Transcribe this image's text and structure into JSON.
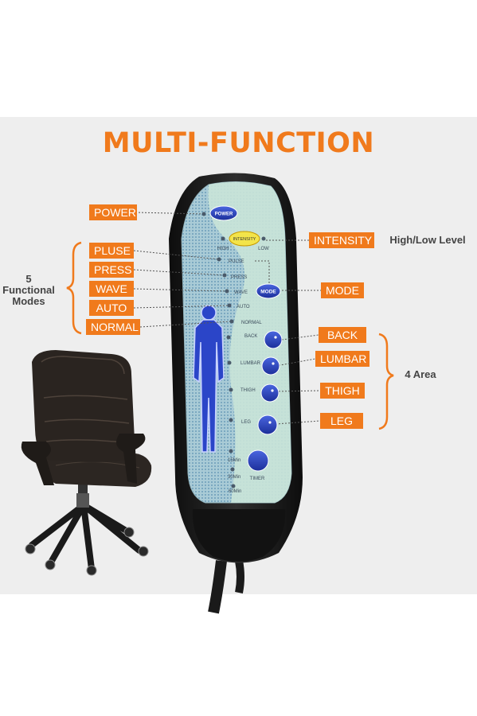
{
  "title": "MULTI-FUNCTION",
  "left_tags": [
    "POWER",
    "PLUSE",
    "PRESS",
    "WAVE",
    "AUTO",
    "NORMAL"
  ],
  "right_tags": [
    "INTENSITY",
    "MODE",
    "BACK",
    "LUMBAR",
    "THIGH",
    "LEG"
  ],
  "intensity_note": "High/Low Level",
  "modes_group": [
    "5",
    "Functional",
    "Modes"
  ],
  "area_group": "4 Area",
  "remote": {
    "power_button": "POWER",
    "intensity_button": "INTENSITY",
    "high": "HIGH",
    "low": "LOW",
    "modes": [
      "PULSE",
      "PRESS",
      "WAVE",
      "AUTO",
      "NORMAL"
    ],
    "mode_button": "MODE",
    "areas": [
      "BACK",
      "LUMBAR",
      "THIGH",
      "LEG"
    ],
    "timer_options": [
      "15Min",
      "30Min",
      "60Min"
    ],
    "timer_button": "TIMER"
  },
  "colors": {
    "accent": "#f07a1c",
    "button": "#2b45c8",
    "remote_body": "#1e1e1e",
    "screen": "#bcdcd4"
  }
}
